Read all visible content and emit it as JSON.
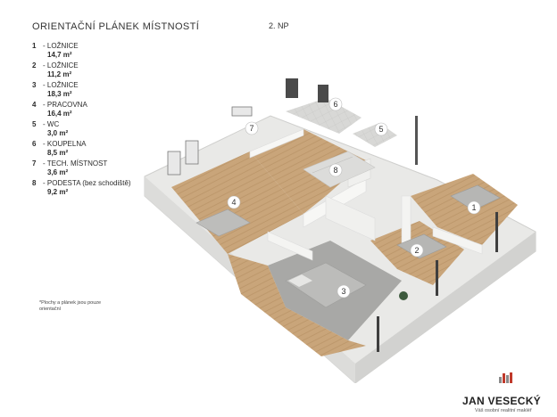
{
  "header": {
    "title": "ORIENTAČNÍ PLÁNEK MÍSTNOSTÍ",
    "floor": "2. NP"
  },
  "rooms": [
    {
      "num": "1",
      "label": "- LOŽNICE",
      "area": "14,7 m²"
    },
    {
      "num": "2",
      "label": "- LOŽNICE",
      "area": "11,2 m²"
    },
    {
      "num": "3",
      "label": "- LOŽNICE",
      "area": "18,3 m²"
    },
    {
      "num": "4",
      "label": "- PRACOVNA",
      "area": "16,4 m²"
    },
    {
      "num": "5",
      "label": "- WC",
      "area": "3,0 m²"
    },
    {
      "num": "6",
      "label": "- KOUPELNA",
      "area": "8,5 m²"
    },
    {
      "num": "7",
      "label": "- TECH. MÍSTNOST",
      "area": "3,6 m²"
    },
    {
      "num": "8",
      "label": "- PODESTA (bez schodiště)",
      "area": "9,2 m²"
    }
  ],
  "note": "*Plochy a plánek jsou pouze orientační",
  "plan_markers": [
    "1",
    "2",
    "3",
    "4",
    "5",
    "6",
    "7",
    "8"
  ],
  "logo": {
    "name": "JAN VESECKÝ",
    "tagline": "Váš osobní realitní makléř"
  },
  "colors": {
    "floor_wood": "#c9a57a",
    "wall": "#f4f4f2",
    "carpet": "#8d8d8d",
    "marker": "#ffffff",
    "text": "#2b2b2b",
    "logo_red": "#c0392b",
    "logo_gray": "#8a8a8a"
  }
}
